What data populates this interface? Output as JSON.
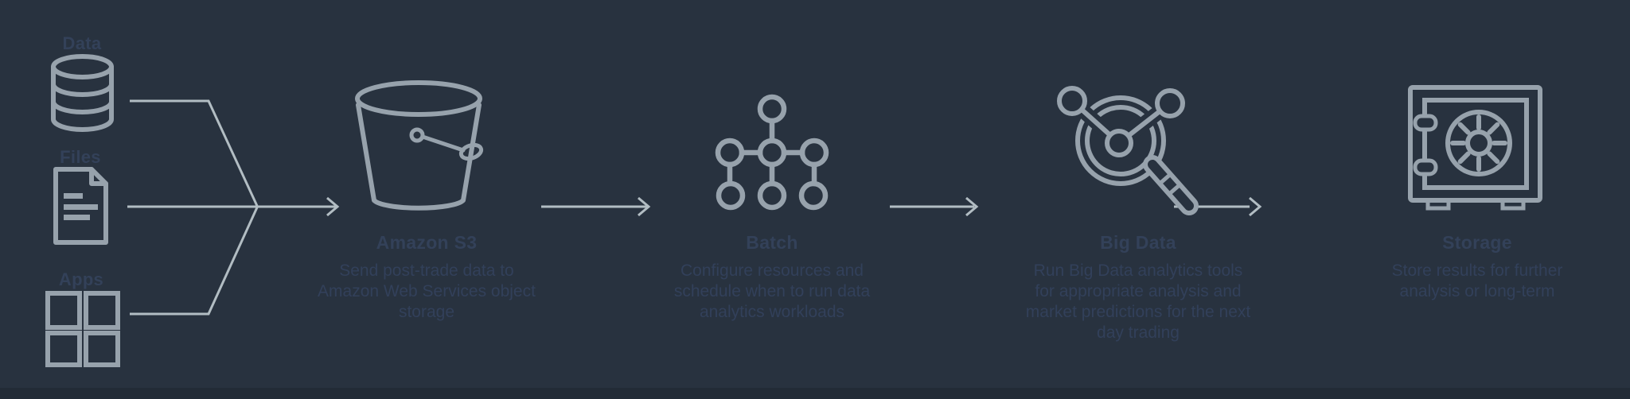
{
  "colors": {
    "background": "#28323F",
    "bottom_bar": "#222B36",
    "icon_stroke": "#97A2AC",
    "connector": "#B2BDC3",
    "faint_text": "#334159"
  },
  "sources": [
    {
      "label": "Data",
      "icon": "database-icon"
    },
    {
      "label": "Files",
      "icon": "document-icon"
    },
    {
      "label": "Apps",
      "icon": "apps-grid-icon"
    }
  ],
  "stages": [
    {
      "title": "Amazon S3",
      "description": "Send post-trade data to Amazon Web Services object storage",
      "icon": "s3-bucket-icon"
    },
    {
      "title": "Batch",
      "description": "Configure resources and schedule when to run data analytics workloads",
      "icon": "batch-nodes-icon"
    },
    {
      "title": "Big Data",
      "description": "Run Big Data analytics tools for appropriate analysis and market predictions for the next day trading",
      "icon": "big-data-magnifier-icon"
    },
    {
      "title": "Storage",
      "description": "Store results for further analysis or long-term",
      "icon": "vault-safe-icon"
    }
  ]
}
